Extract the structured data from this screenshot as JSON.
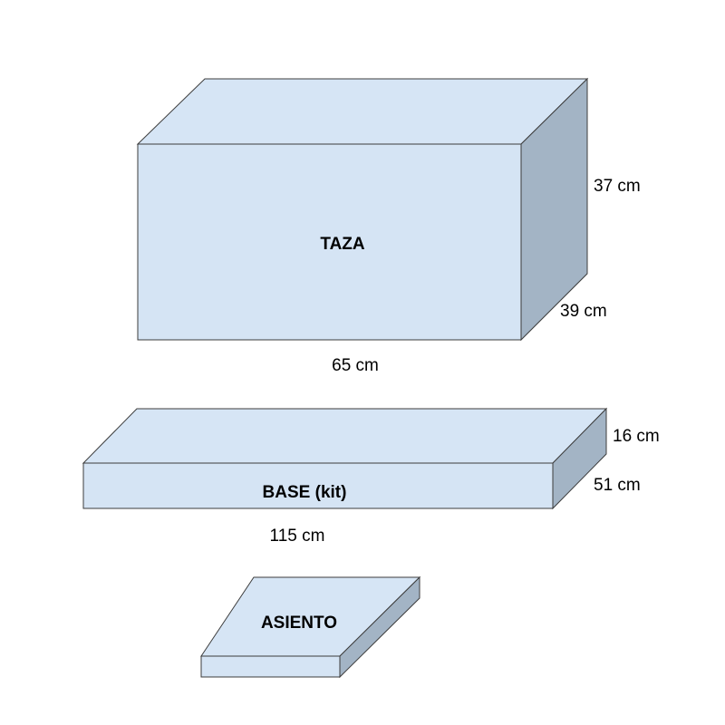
{
  "colors": {
    "front": "#d5e4f4",
    "top": "#d6e5f5",
    "side": "#a3b4c5",
    "stroke": "#3c3c3c"
  },
  "boxes": {
    "taza": {
      "name": "TAZA",
      "width": "65 cm",
      "height": "37 cm",
      "depth": "39 cm"
    },
    "base": {
      "name": "BASE (kit)",
      "width": "115 cm",
      "height": "16 cm",
      "depth": "51 cm"
    },
    "asiento": {
      "name": "ASIENTO"
    }
  }
}
